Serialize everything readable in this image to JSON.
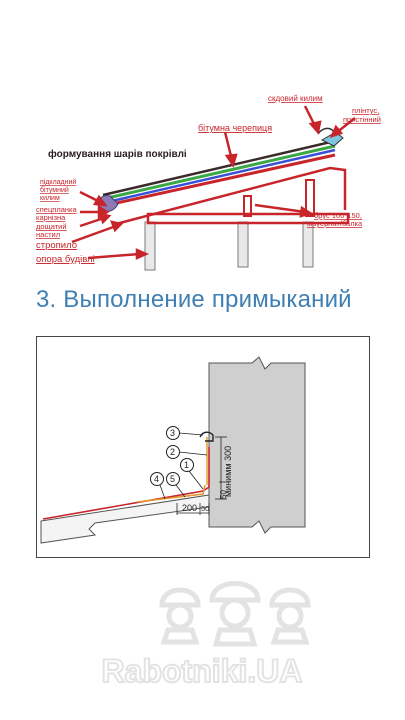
{
  "roof_labels": {
    "waterproofing_carpet": "скдовий килим",
    "plinth_attached": "плінтус, пристінний",
    "bitumen_tile": "бітумна черепиця",
    "layer_forming": "формування шарів покрівлі",
    "underlay_bitumen_carpet": "підкладний бітумний килим",
    "eaves_strip": "спецпланка карнізна",
    "plank_deck": "дощатий настил",
    "rafter": "стропило",
    "timber_beam": "брус 100*150, мауерлат/балка",
    "building_support": "опора будівлі"
  },
  "section": {
    "title": "3. Выполнение примыканий"
  },
  "junction": {
    "callouts": [
      "1",
      "2",
      "3",
      "4",
      "5"
    ],
    "dim_min_height": "минимм 300",
    "dim_50_vertical": "50",
    "dim_200": "200",
    "dim_50_horizontal": "50"
  },
  "watermark": {
    "brand": "Rabotniki.UA"
  },
  "colors": {
    "title_blue": "#3f7fb3",
    "annotation_red": "#c8252b",
    "tile_green": "#3aa845",
    "layer_blue": "#3a4fd6",
    "wall_gray": "#cfcfcf",
    "watermark_gray": "#e3e3e3"
  }
}
